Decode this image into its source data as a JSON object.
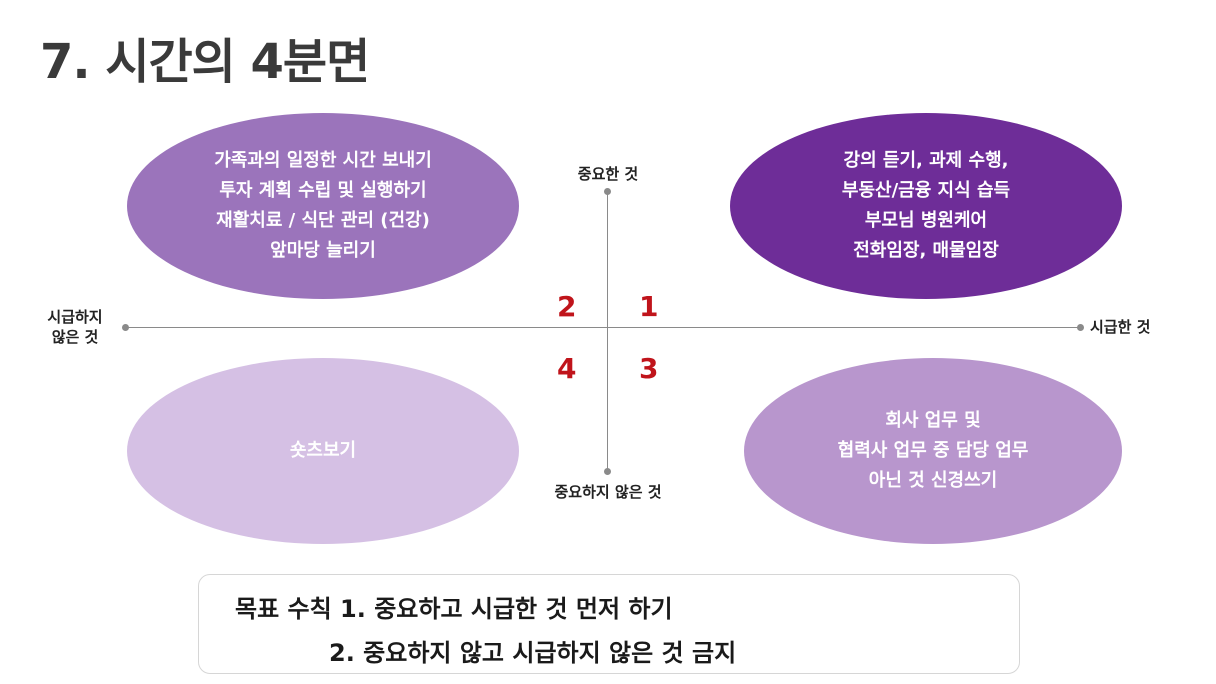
{
  "title": "7. 시간의 4분면",
  "axes": {
    "top": "중요한 것",
    "bottom": "중요하지 않은 것",
    "left_line1": "시급하지",
    "left_line2": "않은 것",
    "right": "시급한 것"
  },
  "quadrants": {
    "q1": {
      "number": "1",
      "lines": [
        "강의 듣기, 과제 수행,",
        "부동산/금융 지식 습득",
        "부모님 병원케어",
        "전화임장, 매물임장"
      ]
    },
    "q2": {
      "number": "2",
      "lines": [
        "가족과의 일정한 시간 보내기",
        "투자 계획 수립 및 실행하기",
        "재활치료 / 식단 관리 (건강)",
        "앞마당 늘리기"
      ]
    },
    "q3": {
      "number": "3",
      "lines": [
        "회사 업무 및",
        "협력사 업무 중  담당 업무",
        "아닌 것 신경쓰기"
      ]
    },
    "q4": {
      "number": "4",
      "lines": [
        "숏츠보기"
      ]
    }
  },
  "rules": {
    "line1": "목표 수칙 1. 중요하고 시급한 것 먼저 하기",
    "line2": "2. 중요하지 않고 시급하지 않은 것 금지"
  },
  "colors": {
    "q1": "#6e2d98",
    "q2": "#9b74bb",
    "q3": "#b896cd",
    "q4": "#d5c0e4",
    "number": "#c0141b",
    "axis": "#8a8a8a"
  }
}
